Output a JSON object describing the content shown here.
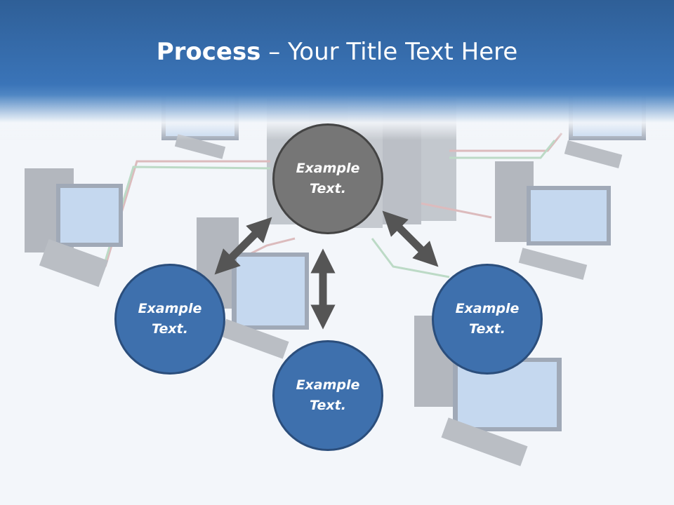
{
  "slide": {
    "title_bold": "Process",
    "title_rest": " – Your Title Text Here"
  },
  "nodes": {
    "center": "Example\nText.",
    "left": "Example\nText.",
    "bottom": "Example\nText.",
    "right": "Example\nText."
  },
  "colors": {
    "header": "#3a74b8",
    "center_node": "#767676",
    "outer_node": "#3e70ad",
    "arrow": "#555555"
  }
}
